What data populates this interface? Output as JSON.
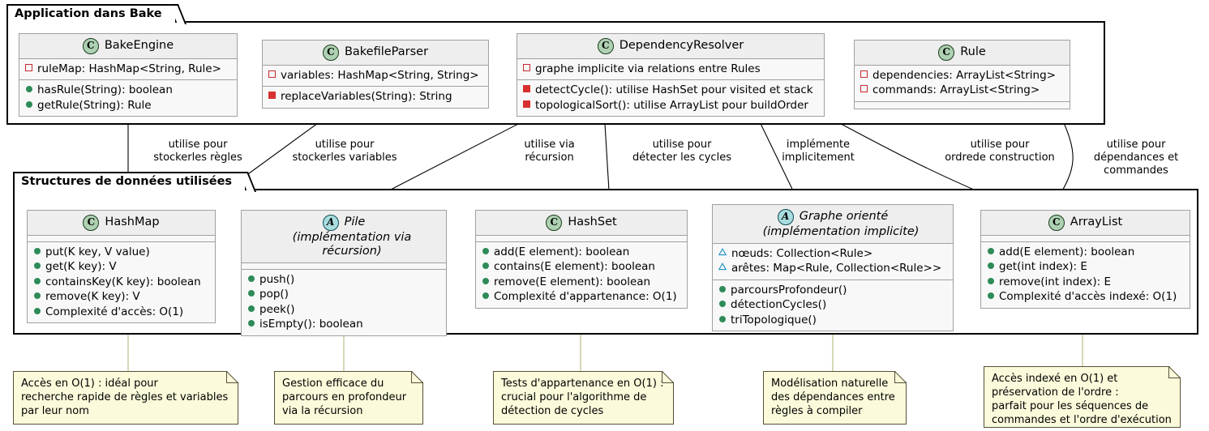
{
  "packages": [
    {
      "id": "app",
      "title": "Application dans Bake"
    },
    {
      "id": "ds",
      "title": "Structures de données utilisées"
    }
  ],
  "classes": [
    {
      "id": "BakeEngine",
      "name": "BakeEngine",
      "stereotype": "C",
      "abstract": false,
      "subtitle": "",
      "attributes": [
        {
          "vis": "priv-field",
          "text": "ruleMap: HashMap<String, Rule>"
        }
      ],
      "methods": [
        {
          "vis": "pub",
          "text": "hasRule(String): boolean"
        },
        {
          "vis": "pub",
          "text": "getRule(String): Rule"
        }
      ]
    },
    {
      "id": "BakefileParser",
      "name": "BakefileParser",
      "stereotype": "C",
      "abstract": false,
      "subtitle": "",
      "attributes": [
        {
          "vis": "priv-field",
          "text": "variables: HashMap<String, String>"
        }
      ],
      "methods": [
        {
          "vis": "priv-method",
          "text": "replaceVariables(String): String"
        }
      ]
    },
    {
      "id": "DependencyResolver",
      "name": "DependencyResolver",
      "stereotype": "C",
      "abstract": false,
      "subtitle": "",
      "attributes": [
        {
          "vis": "priv-field",
          "text": "graphe implicite via relations entre Rules"
        }
      ],
      "methods": [
        {
          "vis": "priv-method",
          "text": "detectCycle(): utilise HashSet pour visited et stack"
        },
        {
          "vis": "priv-method",
          "text": "topologicalSort(): utilise ArrayList pour buildOrder"
        }
      ]
    },
    {
      "id": "Rule",
      "name": "Rule",
      "stereotype": "C",
      "abstract": false,
      "subtitle": "",
      "attributes": [
        {
          "vis": "priv-field",
          "text": "dependencies: ArrayList<String>"
        },
        {
          "vis": "priv-field",
          "text": "commands: ArrayList<String>"
        }
      ],
      "methods": []
    },
    {
      "id": "HashMap",
      "name": "HashMap",
      "stereotype": "C",
      "abstract": false,
      "subtitle": "",
      "attributes": [],
      "methods": [
        {
          "vis": "pub",
          "text": "put(K key, V value)"
        },
        {
          "vis": "pub",
          "text": "get(K key): V"
        },
        {
          "vis": "pub",
          "text": "containsKey(K key): boolean"
        },
        {
          "vis": "pub",
          "text": "remove(K key): V"
        },
        {
          "vis": "pub",
          "text": "Complexité d'accès: O(1)"
        }
      ]
    },
    {
      "id": "Pile",
      "name": "Pile",
      "stereotype": "A",
      "abstract": true,
      "subtitle": "(implémentation via récursion)",
      "attributes": [],
      "methods": [
        {
          "vis": "pub",
          "text": "push()"
        },
        {
          "vis": "pub",
          "text": "pop()"
        },
        {
          "vis": "pub",
          "text": "peek()"
        },
        {
          "vis": "pub",
          "text": "isEmpty(): boolean"
        }
      ]
    },
    {
      "id": "HashSet",
      "name": "HashSet",
      "stereotype": "C",
      "abstract": false,
      "subtitle": "",
      "attributes": [],
      "methods": [
        {
          "vis": "pub",
          "text": "add(E element): boolean"
        },
        {
          "vis": "pub",
          "text": "contains(E element): boolean"
        },
        {
          "vis": "pub",
          "text": "remove(E element): boolean"
        },
        {
          "vis": "pub",
          "text": "Complexité d'appartenance: O(1)"
        }
      ]
    },
    {
      "id": "Graphe",
      "name": "Graphe orienté",
      "stereotype": "A",
      "abstract": true,
      "subtitle": "(implémentation implicite)",
      "attributes": [
        {
          "vis": "prot",
          "text": "nœuds: Collection<Rule>"
        },
        {
          "vis": "prot",
          "text": "arêtes: Map<Rule, Collection<Rule>>"
        }
      ],
      "methods": [
        {
          "vis": "pub",
          "text": "parcoursProfondeur()"
        },
        {
          "vis": "pub",
          "text": "détectionCycles()"
        },
        {
          "vis": "pub",
          "text": "triTopologique()"
        }
      ]
    },
    {
      "id": "ArrayList",
      "name": "ArrayList",
      "stereotype": "C",
      "abstract": false,
      "subtitle": "",
      "attributes": [],
      "methods": [
        {
          "vis": "pub",
          "text": "add(E element): boolean"
        },
        {
          "vis": "pub",
          "text": "get(int index): E"
        },
        {
          "vis": "pub",
          "text": "remove(int index): E"
        },
        {
          "vis": "pub",
          "text": "Complexité d'accès indexé: O(1)"
        }
      ]
    }
  ],
  "edge_labels": [
    {
      "id": "e1",
      "text": "utilise pour\nstockerles règles"
    },
    {
      "id": "e2",
      "text": "utilise pour\nstockerles variables"
    },
    {
      "id": "e3",
      "text": "utilise via\nrécursion"
    },
    {
      "id": "e4",
      "text": "utilise pour\ndétecter les cycles"
    },
    {
      "id": "e5",
      "text": "implémente\nimplicitement"
    },
    {
      "id": "e6",
      "text": "utilise pour\nordrede construction"
    },
    {
      "id": "e7",
      "text": "utilise pour\ndépendances et commandes"
    }
  ],
  "notes": [
    {
      "id": "n1",
      "text": "Accès en O(1) : idéal pour\nrecherche rapide de règles et variables\npar leur nom"
    },
    {
      "id": "n2",
      "text": "Gestion efficace du\nparcours en profondeur\nvia la récursion"
    },
    {
      "id": "n3",
      "text": "Tests d'appartenance en O(1) :\ncrucial pour l'algorithme de\ndétection de cycles"
    },
    {
      "id": "n4",
      "text": "Modélisation naturelle\ndes dépendances entre\nrègles à compiler"
    },
    {
      "id": "n5",
      "text": "Accès indexé en O(1) et\npréservation de l'ordre :\nparfait pour les séquences de\ncommandes et l'ordre d'exécution"
    }
  ],
  "colors": {
    "class_header": "#EEEEEE",
    "class_body": "#F8F8F8",
    "class_border": "#A0A0A0",
    "stereotype_class": "#ADD1B2",
    "stereotype_abstract": "#A9DCDF",
    "note_bg": "#FBFBDB",
    "note_border": "#57503A",
    "public_marker": "#2E8B57",
    "private_marker": "#D8302F",
    "protected_marker": "#1E90C8",
    "line": "#000000"
  }
}
